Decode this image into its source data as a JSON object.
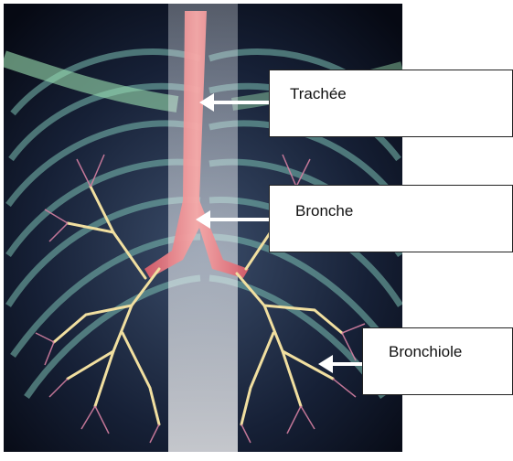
{
  "labels": {
    "trachea": "Trachée",
    "bronchus": "Bronche",
    "bronchiole": "Bronchiole"
  },
  "colors": {
    "background": "#0a0f1f",
    "airway": "#f08a90",
    "bronchial_tree": "#f4e6a0",
    "ribs": "#6fb3a6",
    "arrow": "#ffffff"
  }
}
